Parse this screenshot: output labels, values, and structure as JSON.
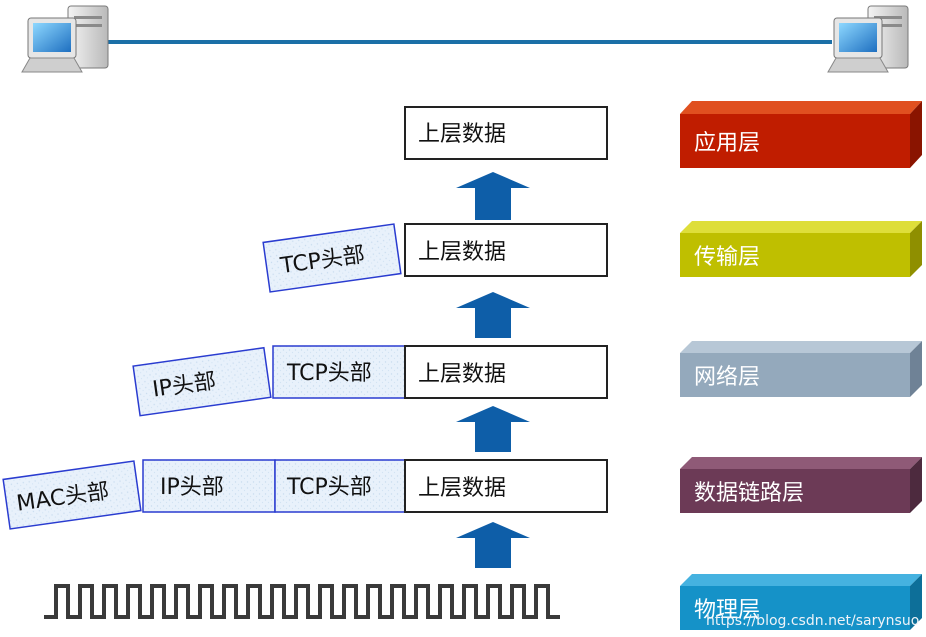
{
  "diagram": {
    "data_label": "上层数据",
    "tcp_label": "TCP头部",
    "ip_label": "IP头部",
    "mac_label": "MAC头部"
  },
  "layers": [
    {
      "label": "应用层",
      "color": "#c01d00"
    },
    {
      "label": "传输层",
      "color": "#bfbf00"
    },
    {
      "label": "网络层",
      "color": "#94a9bc"
    },
    {
      "label": "数据链路层",
      "color": "#6c3a56"
    },
    {
      "label": "物理层",
      "color": "#1592c8"
    }
  ],
  "colors": {
    "link_line": "#1b6fa7",
    "arrow": "#0e5ea8",
    "header_border": "#2a3cd0",
    "header_fill": "#e6f0fa",
    "signal": "#3a3a3a"
  },
  "icons": [
    "computer-icon-left",
    "computer-icon-right"
  ],
  "watermark": "https://blog.csdn.net/sarynsuo"
}
